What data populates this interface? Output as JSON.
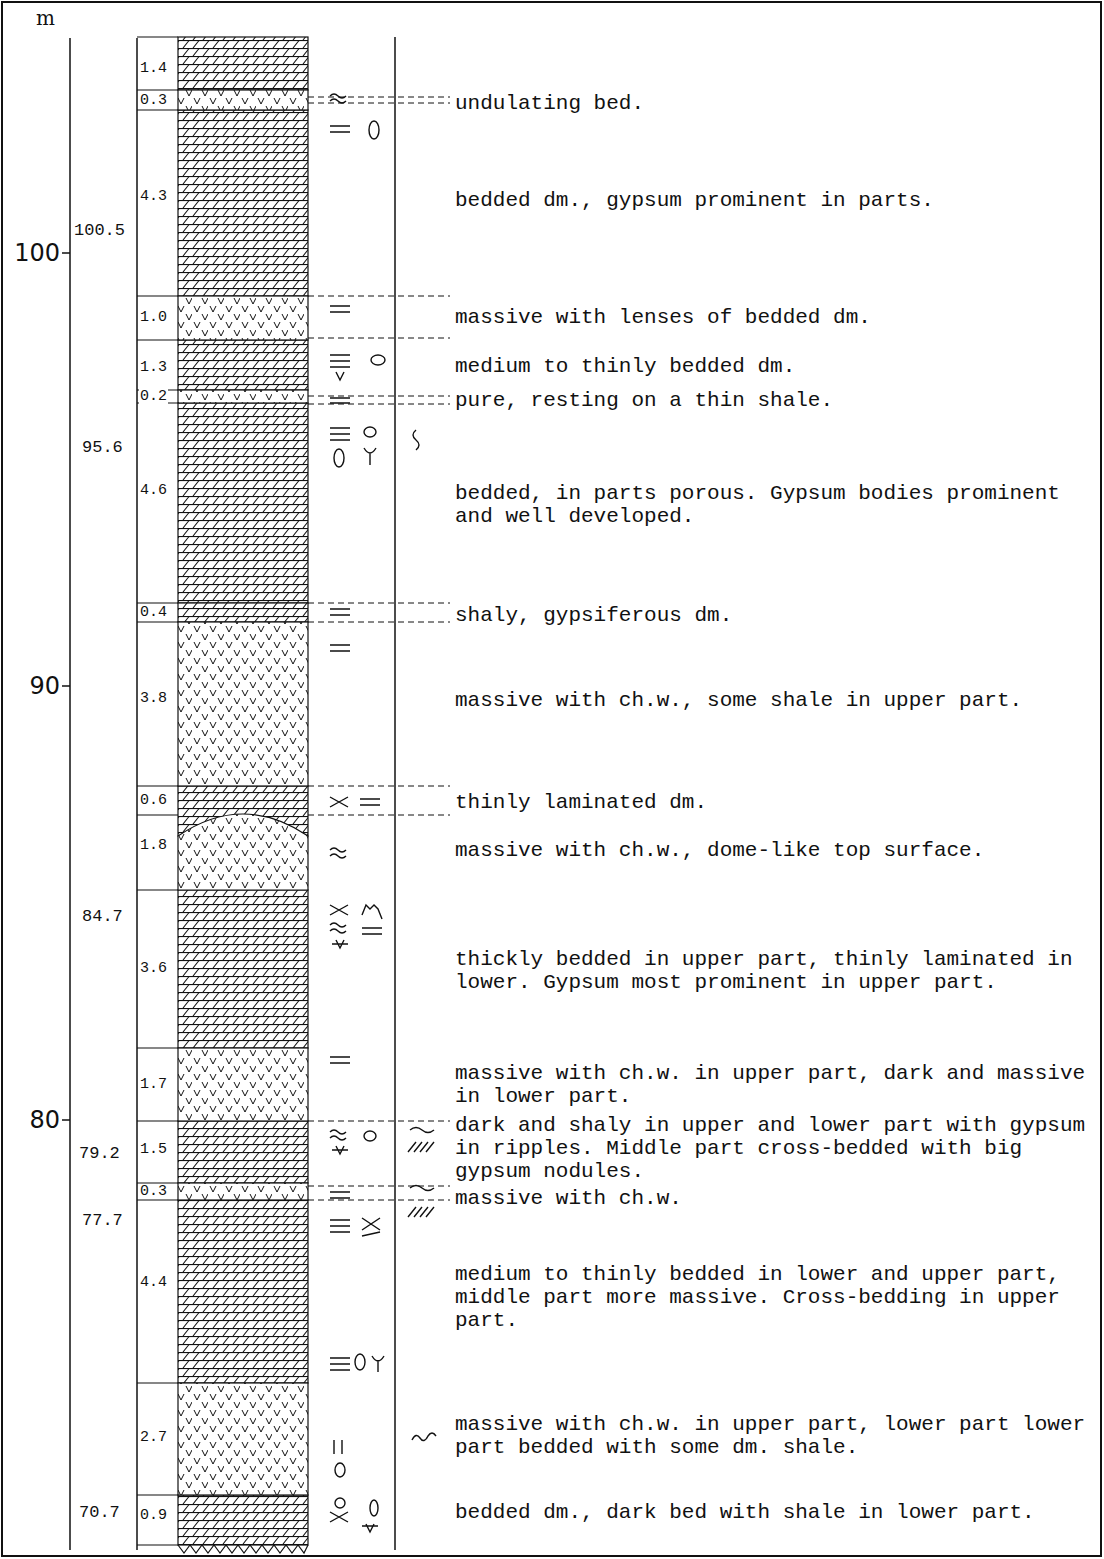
{
  "diagram": {
    "labels": [
      "m",
      "100",
      "90",
      "80",
      "100.5",
      "95.6",
      "84.7",
      "79.2",
      "77.7",
      "70.7",
      "1.4",
      "0.3",
      "4.3",
      "1.0",
      "1.3",
      "0.2",
      "4.6",
      "0.4",
      "3.8",
      "0.6",
      "1.8",
      "3.6",
      "1.7",
      "1.5",
      "0.3",
      "4.4",
      "2.7",
      "0.9",
      "undulating bed.",
      "bedded dm., gypsum prominent in parts.",
      "massive with lenses of bedded dm.",
      "medium to thinly bedded dm.",
      "pure, resting on a thin shale.",
      "bedded, in parts porous. Gypsum bodies prominent and well developed.",
      "shaly, gypsiferous dm.",
      "massive with ch.w., some shale in upper part.",
      "thinly laminated dm.",
      "massive with ch.w., dome-like top surface.",
      "thickly bedded in upper part, thinly laminated in lower. Gypsum most prominent in upper part.",
      "massive with ch.w. in upper part, dark and massive in lower part.",
      "dark and shaly in upper and lower part with gypsum in ripples. Middle part cross-bedded with big gypsum nodules.",
      "massive with ch.w.",
      "medium to thinly bedded in lower and upper part, middle part more massive. Cross-bedding in upper part.",
      "massive with ch.w. in upper part, lower part lower part bedded with some dm. shale.",
      "bedded dm., dark bed with shale in lower part."
    ]
  }
}
